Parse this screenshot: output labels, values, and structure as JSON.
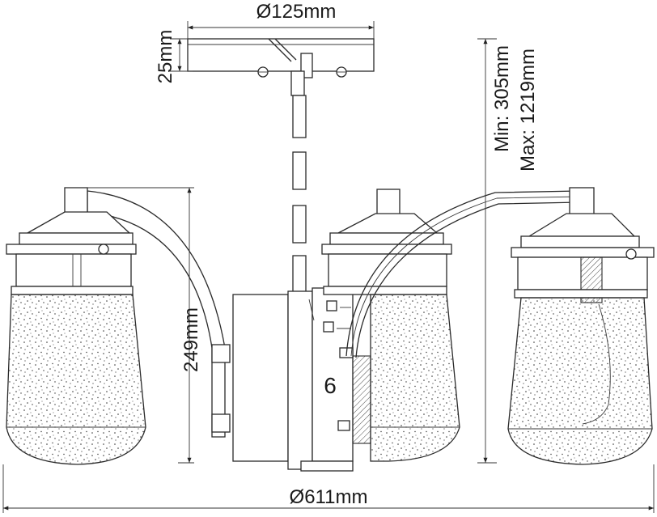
{
  "diagram": {
    "dimensions": {
      "canopy_diameter": "Ø125mm",
      "canopy_height": "25mm",
      "height_min": "Min: 305mm",
      "height_max": "Max: 1219mm",
      "lantern_height": "249mm",
      "overall_diameter": "Ø611mm"
    },
    "part_mark": "6"
  }
}
